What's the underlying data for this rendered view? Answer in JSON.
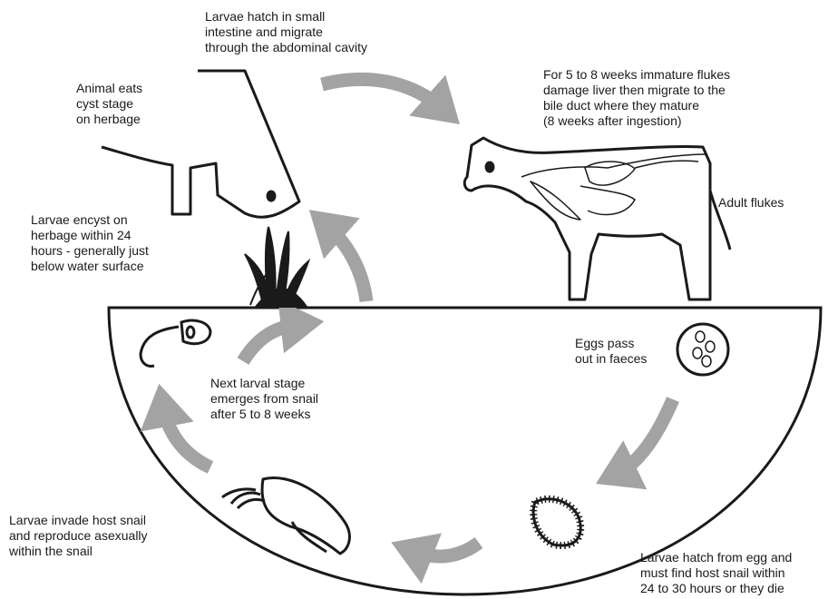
{
  "labels": {
    "larvae_hatch_intestine": "Larvae hatch in small\nintestine and migrate\nthrough the abdominal cavity",
    "animal_eats": "Animal eats\ncyst stage\non herbage",
    "immature_flukes": "For 5 to 8 weeks immature flukes\ndamage liver then migrate to the\nbile duct where they mature\n(8 weeks after ingestion)",
    "adult_flukes": "Adult flukes",
    "larvae_encyst": "Larvae encyst on\nherbage within 24\nhours - generally just\nbelow water surface",
    "eggs_pass": "Eggs pass\nout in faeces",
    "next_larval_stage": "Next larval stage\nemerges from snail\nafter 5 to 8 weeks",
    "larvae_invade": "Larvae invade host snail\nand reproduce asexually\nwithin the snail",
    "larvae_hatch_egg": "Larvae hatch from egg and\nmust find host snail within\n24 to 30 hours or they die"
  },
  "colors": {
    "arrow": "#a3a3a3",
    "ink": "#1a1a1a",
    "background": "#ffffff"
  },
  "icons": [
    "sheep-head-icon",
    "grass-tuft-icon",
    "cow-icon",
    "liver-icon",
    "egg-icon",
    "miracidium-icon",
    "snail-icon",
    "cercaria-icon"
  ]
}
